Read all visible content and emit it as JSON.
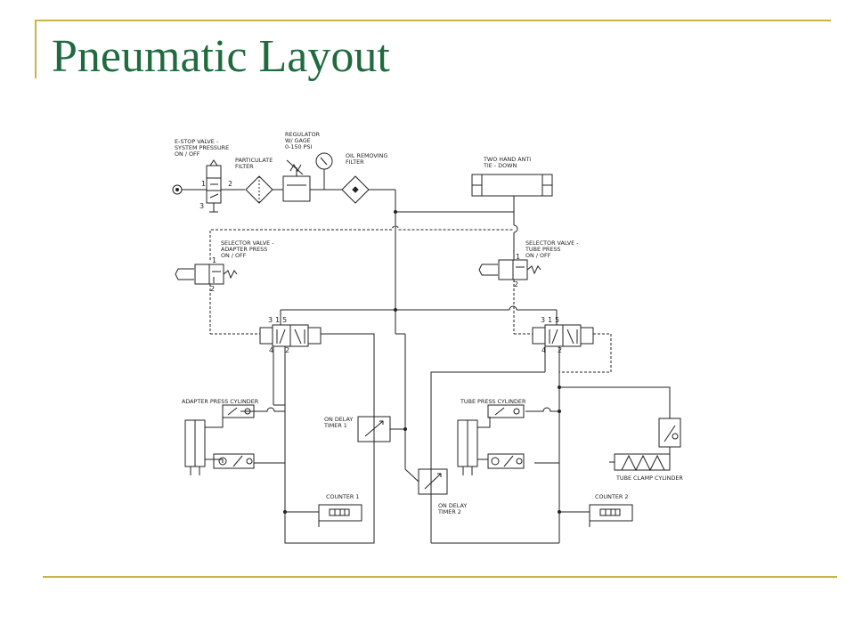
{
  "slide": {
    "title": "Pneumatic Layout"
  },
  "diagram": {
    "estop": {
      "line1": "E-STOP VALVE -",
      "line2": "SYSTEM PRESSURE",
      "line3": "ON / OFF"
    },
    "particulate": {
      "line1": "PARTICULATE",
      "line2": "FILTER"
    },
    "regulator": {
      "line1": "REGULATOR",
      "line2": "W/ GAGE",
      "line3": "0-150 PSI"
    },
    "oil_filter": {
      "line1": "OIL REMOVING",
      "line2": "FILTER"
    },
    "two_hand": {
      "line1": "TWO HAND ANTI",
      "line2": "TIE - DOWN"
    },
    "selector_adapter": {
      "line1": "SELECTOR VALVE -",
      "line2": "ADAPTER PRESS",
      "line3": "ON / OFF"
    },
    "selector_tube": {
      "line1": "SELECTOR VALVE -",
      "line2": "TUBE PRESS",
      "line3": "ON / OFF"
    },
    "adapter_cyl": "ADAPTER PRESS CYLINDER",
    "tube_cyl": "TUBE PRESS CYLINDER",
    "timer1": {
      "line1": "ON DELAY",
      "line2": "TIMER 1"
    },
    "timer2": {
      "line1": "ON DELAY",
      "line2": "TIMER 2"
    },
    "counter1": "COUNTER 1",
    "counter2": "COUNTER 2",
    "clamp_cyl": "TUBE CLAMP CYLINDER",
    "ports": {
      "p1": "1",
      "p2": "2",
      "p3": "3",
      "p4": "4",
      "p5": "5"
    }
  }
}
